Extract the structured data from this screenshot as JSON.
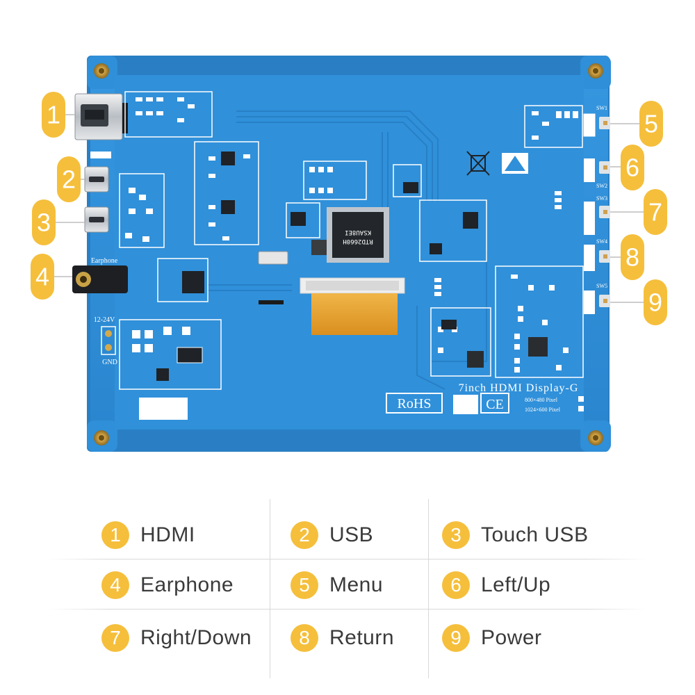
{
  "callouts": [
    "1",
    "2",
    "3",
    "4",
    "5",
    "6",
    "7",
    "8",
    "9"
  ],
  "board": {
    "model_label": "7inch  HDMI  Display-G",
    "resolution_1": "800×480 Pixel",
    "resolution_2": "1024×600 Pixel",
    "rohs": "RoHS",
    "ce": "CE",
    "hdmi_label": "HDMI",
    "earphone_label": "Earphone",
    "voltage_label": "12-24V",
    "gnd_label": "GND",
    "chip_marking_1": "RTD2660H",
    "chip_marking_2": "KSAU8EI",
    "switches": {
      "sw1": "SW1",
      "sw1_btn": "Menu",
      "sw2": "SW2",
      "sw2_btn": "Left/Up",
      "sw3": "SW3",
      "sw3_btn": "Right/Down",
      "sw4": "SW4",
      "sw4_btn": "Return",
      "sw5": "SW5",
      "sw5_btn": "Power"
    },
    "colors": {
      "pcb": "#2f8fd8",
      "callout": "#f5bf3c",
      "ribbon": "#e8a02a"
    }
  },
  "legend": [
    {
      "num": "1",
      "label": "HDMI"
    },
    {
      "num": "2",
      "label": "USB"
    },
    {
      "num": "3",
      "label": "Touch USB"
    },
    {
      "num": "4",
      "label": "Earphone"
    },
    {
      "num": "5",
      "label": "Menu"
    },
    {
      "num": "6",
      "label": "Left/Up"
    },
    {
      "num": "7",
      "label": "Right/Down"
    },
    {
      "num": "8",
      "label": "Return"
    },
    {
      "num": "9",
      "label": "Power"
    }
  ]
}
